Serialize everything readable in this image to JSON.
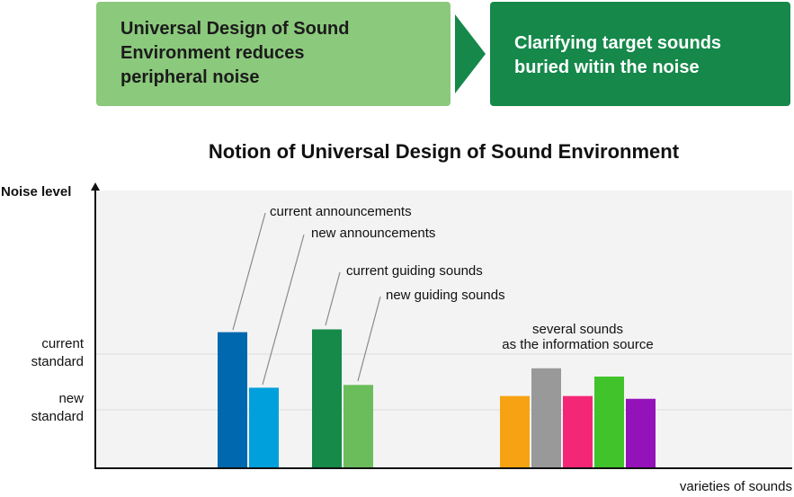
{
  "boxes": {
    "left_lines": [
      "Universal Design of Sound",
      "Environment reduces",
      "peripheral noise"
    ],
    "right_lines": [
      "Clarifying target sounds",
      "buried witin the noise"
    ]
  },
  "title": "Notion of Universal Design of Sound Environment",
  "axes": {
    "ylabel": "Noise level",
    "xlabel": "varieties of sounds",
    "current_standard_lines": [
      "current",
      "standard"
    ],
    "new_standard_lines": [
      "new",
      "standard"
    ]
  },
  "callouts": {
    "current_announcements": "current announcements",
    "new_announcements": "new announcements",
    "current_guiding": "current guiding sounds",
    "new_guiding": "new guiding sounds",
    "several_lines": [
      "several sounds",
      "as the information source"
    ]
  },
  "colors": {
    "box_left": "#8bc97c",
    "box_right": "#15884a",
    "plot_bg": "#f3f3f3"
  },
  "bars": [
    {
      "id": "current-announcements",
      "level": 0.49,
      "color": "#0068ae"
    },
    {
      "id": "new-announcements",
      "level": 0.29,
      "color": "#00a0dc"
    },
    {
      "id": "current-guiding",
      "level": 0.5,
      "color": "#168a48"
    },
    {
      "id": "new-guiding",
      "level": 0.3,
      "color": "#6bbd5b"
    },
    {
      "id": "several-1",
      "level": 0.26,
      "color": "#f7a212"
    },
    {
      "id": "several-2",
      "level": 0.36,
      "color": "#999999"
    },
    {
      "id": "several-3",
      "level": 0.26,
      "color": "#f42777"
    },
    {
      "id": "several-4",
      "level": 0.33,
      "color": "#41c32b"
    },
    {
      "id": "several-5",
      "level": 0.25,
      "color": "#9412b9"
    }
  ],
  "standards": {
    "current": 0.41,
    "new": 0.21
  }
}
